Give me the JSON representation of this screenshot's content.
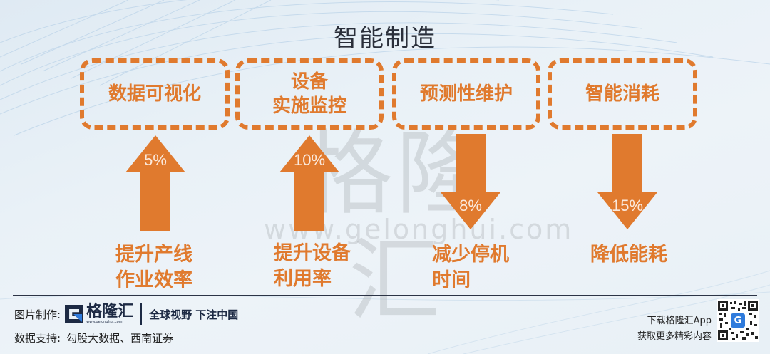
{
  "title": "智能制造",
  "watermark": {
    "chars": "格隆汇",
    "url": "www.gelonghui.com"
  },
  "categories": [
    {
      "label_lines": [
        "数据可视化"
      ],
      "direction": "up",
      "percent": "5%",
      "effect_lines": [
        "提升产线",
        "作业效率"
      ]
    },
    {
      "label_lines": [
        "设备",
        "实施监控"
      ],
      "direction": "up",
      "percent": "10%",
      "effect_lines": [
        "提升设备",
        "利用率"
      ]
    },
    {
      "label_lines": [
        "预测性维护"
      ],
      "direction": "down",
      "percent": "8%",
      "effect_lines": [
        "减少停机",
        "时间"
      ]
    },
    {
      "label_lines": [
        "智能消耗"
      ],
      "direction": "down",
      "percent": "15%",
      "effect_lines": [
        "降低能耗"
      ]
    }
  ],
  "colors": {
    "accent": "#e07a2e",
    "title": "#2a2f3a",
    "brand": "#1d2a44",
    "brand_blue": "#2f7bdc"
  },
  "footer": {
    "made_by_label": "图片制作:",
    "brand_name": "格隆汇",
    "brand_url": "www.gelonghui.com",
    "slogan": "全球视野 下注中国",
    "data_source_label": "数据支持:",
    "data_source_value": "勾股大数据、西南证券",
    "app_line1": "下载格隆汇App",
    "app_line2": "获取更多精彩内容",
    "qr_badge": "G"
  }
}
